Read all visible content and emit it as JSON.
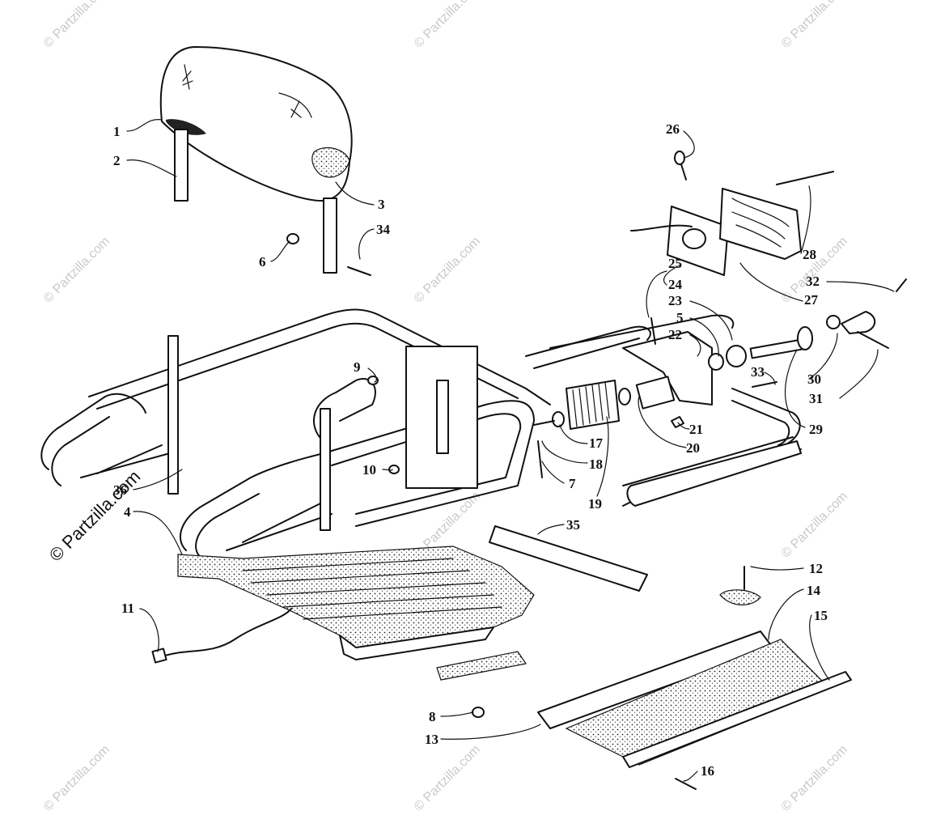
{
  "diagram": {
    "part_labels": [
      "1",
      "2",
      "3",
      "34",
      "6",
      "26",
      "28",
      "25",
      "24",
      "27",
      "32",
      "23",
      "5",
      "22",
      "9",
      "33",
      "30",
      "31",
      "29",
      "21",
      "17",
      "20",
      "18",
      "10",
      "7",
      "19",
      "36",
      "4",
      "35",
      "12",
      "11",
      "14",
      "15",
      "8",
      "13",
      "16"
    ],
    "watermark_text": "© Partzilla.com",
    "watermark_large_text": "© Partzilla.com"
  },
  "colors": {
    "ink": "#111111",
    "watermark": "#c9c9c9",
    "background": "#ffffff"
  }
}
